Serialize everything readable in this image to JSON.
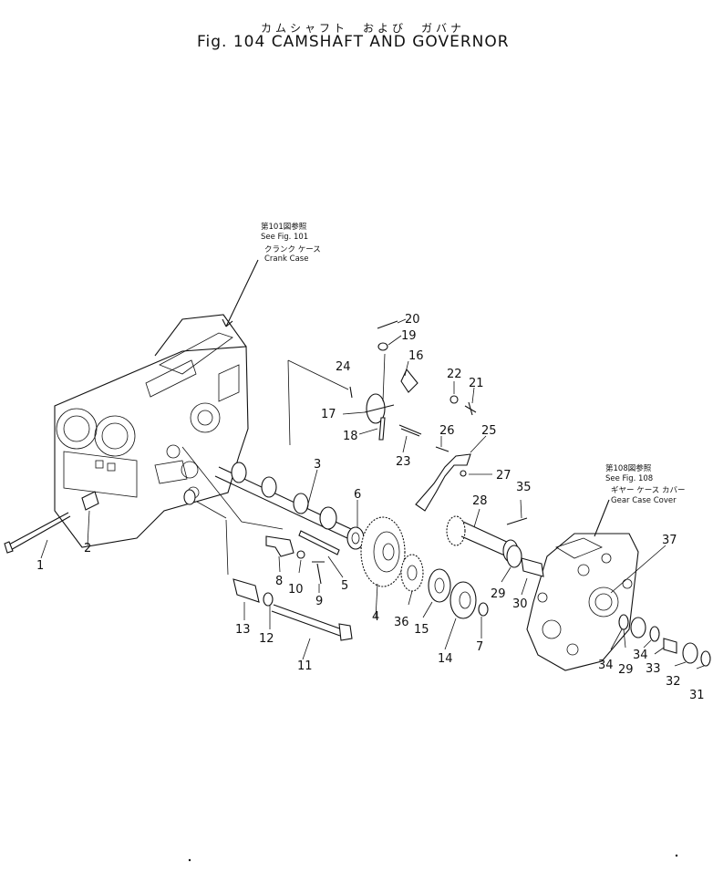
{
  "figure": {
    "title_jp": "カムシャフト　および　ガバナ",
    "title_en": "Fig. 104   CAMSHAFT AND GOVERNOR"
  },
  "references": {
    "crank_case": {
      "jp_ref": "第101図参照",
      "see": "See Fig. 101",
      "jp_name": "クランク ケース",
      "name": "Crank Case"
    },
    "gear_case_cover": {
      "jp_ref": "第108図参照",
      "see": "See Fig. 108",
      "jp_name": "ギヤー ケース カバー",
      "name": "Gear Case Cover"
    }
  },
  "part_numbers": [
    "1",
    "2",
    "3",
    "4",
    "5",
    "6",
    "7",
    "8",
    "9",
    "10",
    "11",
    "12",
    "13",
    "14",
    "15",
    "16",
    "17",
    "18",
    "19",
    "20",
    "21",
    "22",
    "23",
    "24",
    "25",
    "26",
    "27",
    "28",
    "29",
    "29",
    "30",
    "31",
    "32",
    "33",
    "34",
    "34",
    "35",
    "36",
    "37"
  ]
}
